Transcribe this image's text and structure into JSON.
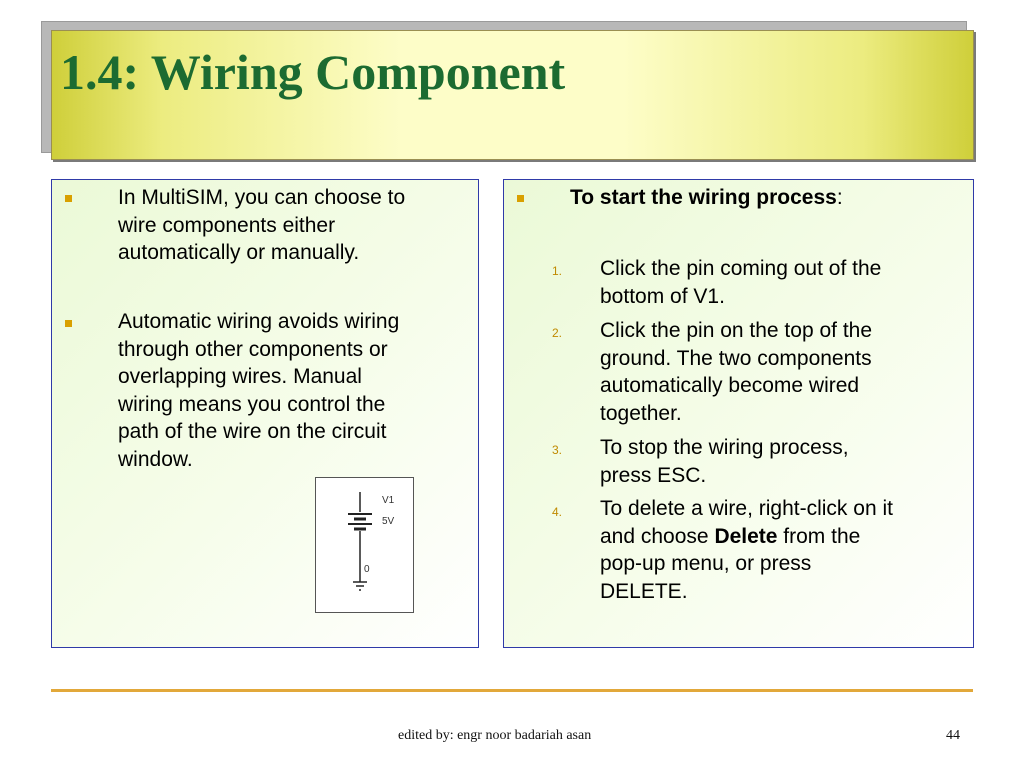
{
  "slide": {
    "title": "1.4: Wiring Component",
    "left_panel": {
      "bullets": [
        {
          "lines": [
            "In MultiSIM, you can choose to",
            "wire components either",
            "automatically or manually."
          ]
        },
        {
          "lines": [
            "Automatic wiring avoids wiring",
            "through other components or",
            "overlapping wires. Manual",
            "wiring means you control the",
            "path of the wire on the circuit",
            "window."
          ]
        }
      ],
      "circuit_figure": {
        "component_name": "V1",
        "component_value": "5V",
        "ground_label": "0"
      }
    },
    "right_panel": {
      "heading_bold": "To start the wiring process",
      "heading_suffix": ":",
      "steps": [
        {
          "number": "1.",
          "lines": [
            "Click the pin coming out of the",
            "bottom of V1."
          ]
        },
        {
          "number": "2.",
          "lines": [
            "Click the pin on the top of the",
            "ground. The two components",
            "automatically become wired",
            "together."
          ]
        },
        {
          "number": "3.",
          "lines": [
            "To stop the wiring process,",
            "press ESC."
          ]
        },
        {
          "number": "4.",
          "line1": "To delete a wire, right-click on it",
          "line2_prefix": "and choose ",
          "line2_bold": "Delete",
          "line2_suffix": " from the",
          "line3": "pop-up menu, or press",
          "line4": "DELETE."
        }
      ]
    },
    "footer": {
      "credit": "edited by: engr noor badariah asan",
      "page_number": "44"
    },
    "colors": {
      "title_text": "#1c6b31",
      "panel_border": "#2f3aa8",
      "bullet": "#d9a000",
      "rule": "#e2a83a"
    }
  }
}
